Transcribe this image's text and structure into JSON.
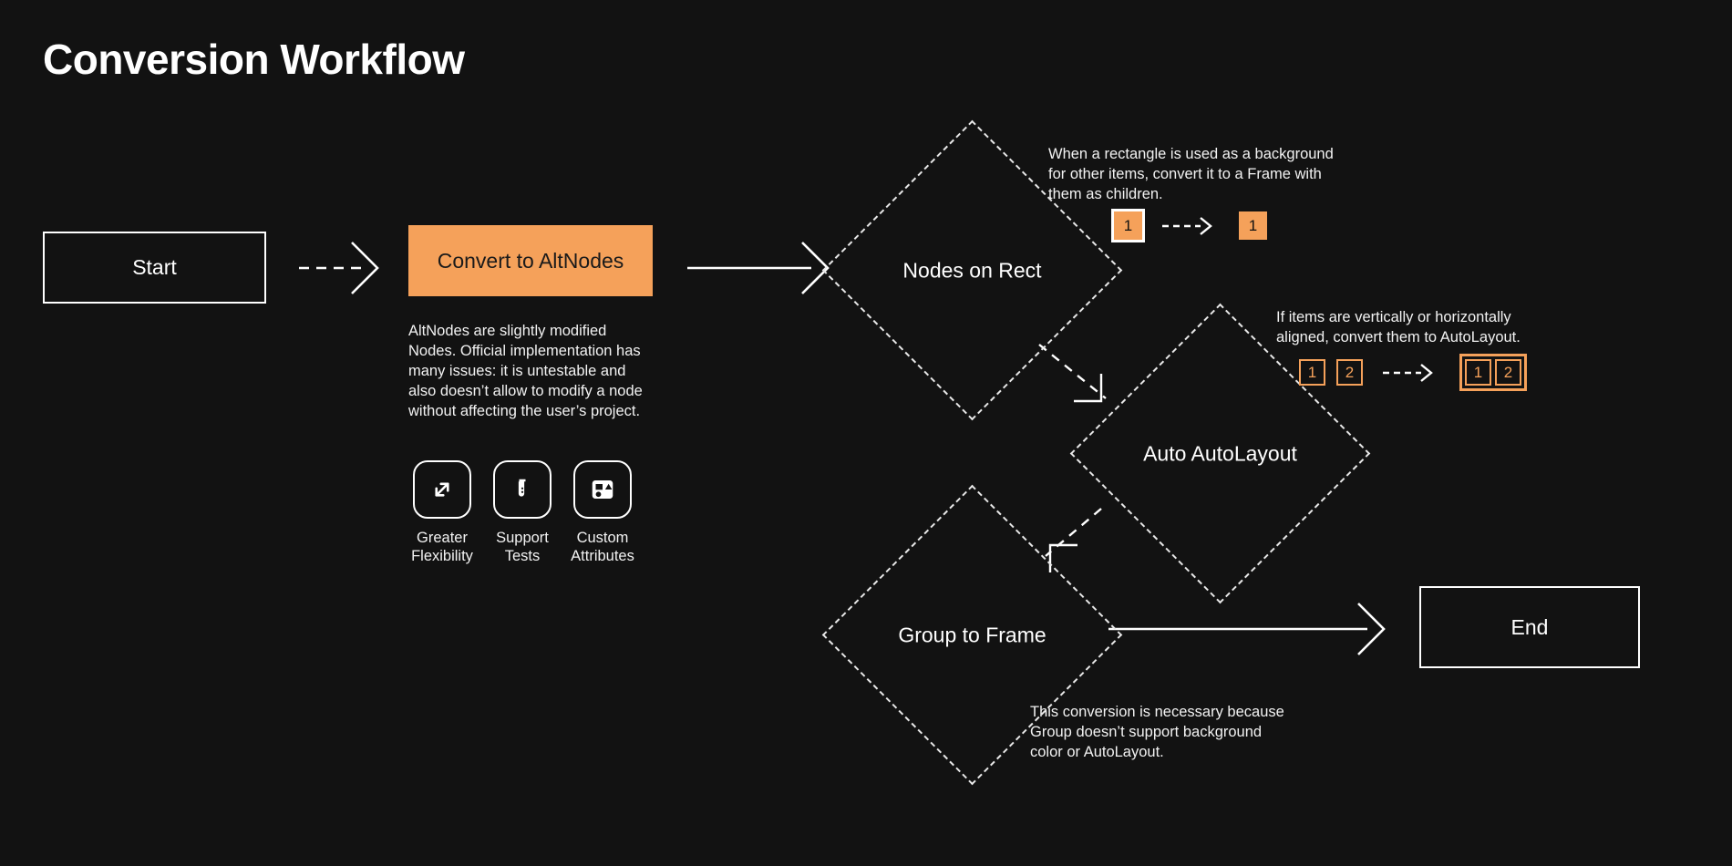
{
  "title": "Conversion Workflow",
  "theme": {
    "background": "#121212",
    "accent": "#F5A15A",
    "stroke": "#ffffff",
    "text": "#f2f2f2"
  },
  "nodes": {
    "start": {
      "label": "Start",
      "shape": "rectangle"
    },
    "convert": {
      "label": "Convert to AltNodes",
      "shape": "rectangle",
      "fill": "#F5A15A"
    },
    "nodes_on_rect": {
      "label": "Nodes on Rect",
      "shape": "diamond"
    },
    "auto_autolayout": {
      "label": "Auto AutoLayout",
      "shape": "diamond"
    },
    "group_to_frame": {
      "label": "Group to Frame",
      "shape": "diamond"
    },
    "end": {
      "label": "End",
      "shape": "rectangle"
    }
  },
  "notes": {
    "altnodes": "AltNodes are slightly modified Nodes. Official implementation has many issues: it is untestable and also doesn’t allow to modify a node without affecting the user’s project.",
    "nodes_on_rect": "When a rectangle is used as a background for other items, convert it to a Frame with them as children.",
    "auto_autolayout": "If items are vertically or horizontally aligned, convert them to AutoLayout.",
    "group_to_frame": "This conversion is necessary because Group doesn’t support background color or AutoLayout."
  },
  "features": [
    {
      "icon": "expand-arrows-icon",
      "label": "Greater\nFlexibility"
    },
    {
      "icon": "test-tube-icon",
      "label": "Support\nTests"
    },
    {
      "icon": "custom-shapes-icon",
      "label": "Custom\nAttributes"
    }
  ],
  "badges": {
    "nodes_on_rect": {
      "before": [
        {
          "value": "1",
          "style": "solid-framed"
        }
      ],
      "after": [
        {
          "value": "1",
          "style": "solid"
        }
      ]
    },
    "auto_autolayout": {
      "before": [
        {
          "value": "1",
          "style": "outline"
        },
        {
          "value": "2",
          "style": "outline"
        }
      ],
      "after": [
        {
          "value": "1",
          "style": "outline"
        },
        {
          "value": "2",
          "style": "outline"
        }
      ]
    }
  }
}
